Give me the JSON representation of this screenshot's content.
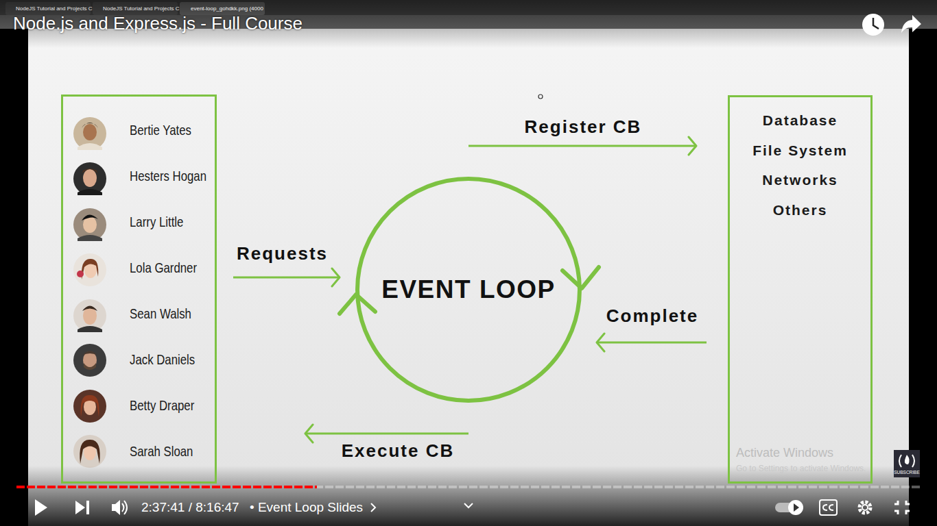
{
  "diagram": {
    "title": "Node.js and Express.js - Full Course",
    "nodes": [
      {
        "text": [
          "Bertie Yates",
          "Hesters Hogan",
          "Larry Little",
          "Lola Gardner",
          "Sean Walsh",
          "Jack Daniels",
          "Betty Draper",
          "Sarah Sloan"
        ]
      },
      {
        "text": [
          "EVENT LOOP"
        ]
      },
      {
        "text": [
          "Database",
          "File System",
          "Networks",
          "Others"
        ]
      }
    ],
    "edges": [
      {
        "from": 0,
        "to": 1,
        "label": "Requests",
        "arrow": "to"
      },
      {
        "from": 1,
        "to": 2,
        "label": "Register CB",
        "arrow": "to"
      },
      {
        "from": 2,
        "to": 1,
        "label": "Complete",
        "arrow": "to"
      },
      {
        "from": 1,
        "to": 0,
        "label": "Execute CB",
        "arrow": "to"
      }
    ],
    "labels": [
      "NodeJS Tutorial and Projects C",
      "NodeJS Tutorial and Projects C",
      "event-loop_gohdkk.png (4000",
      "2:37:41 / 8:16:47",
      "• Event Loop Slides",
      "Activate Windows",
      "Go to Settings to activate Windows.",
      "SUBSCRIBE"
    ]
  }
}
